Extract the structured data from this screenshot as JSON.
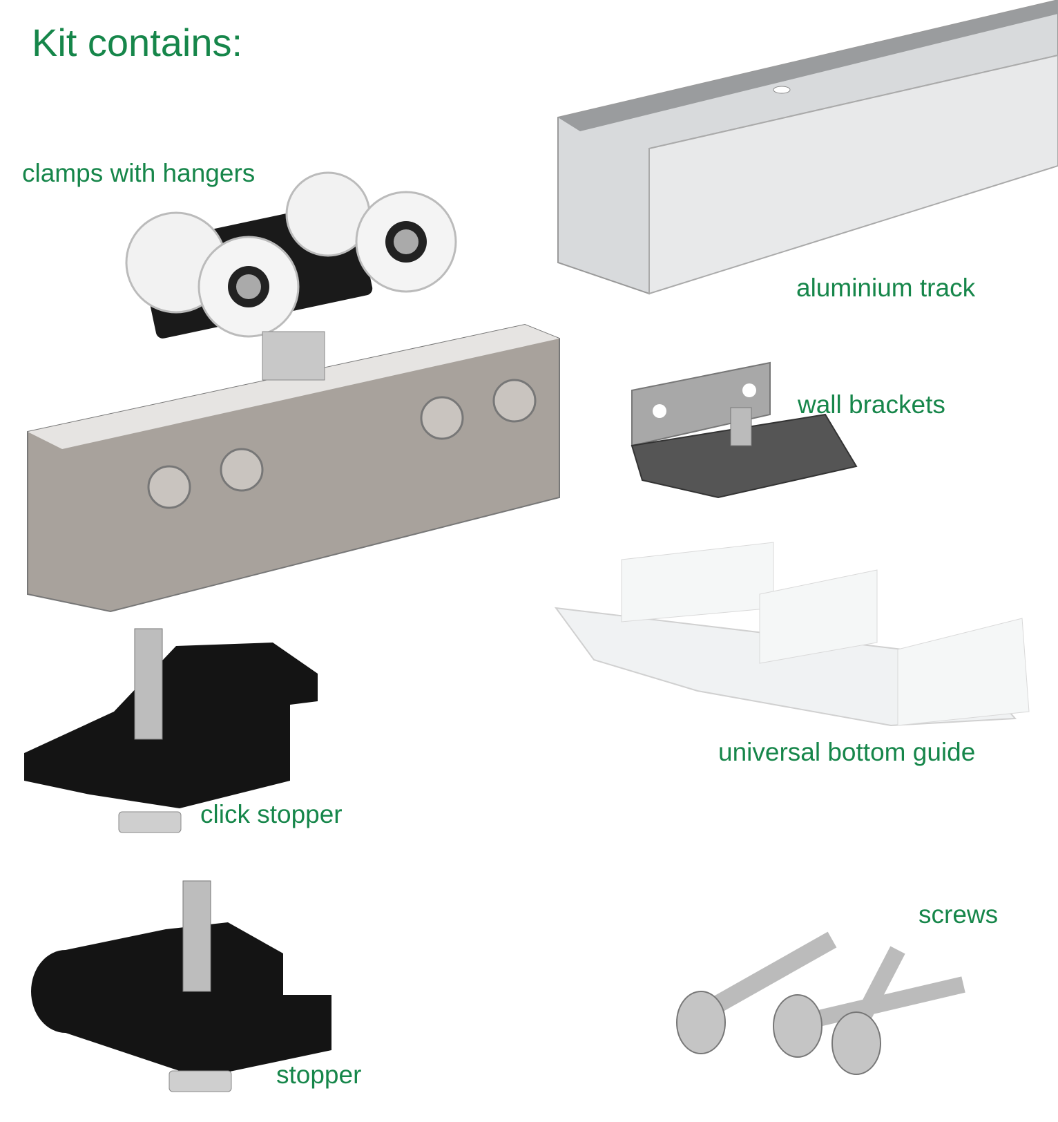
{
  "title": "Kit contains:",
  "labels": {
    "clamps": "clamps with hangers",
    "track": "aluminium track",
    "wall_brackets": "wall brackets",
    "bottom_guide": "universal bottom guide",
    "click_stopper": "click stopper",
    "stopper": "stopper",
    "screws": "screws"
  },
  "colors": {
    "text": "#16864a"
  }
}
